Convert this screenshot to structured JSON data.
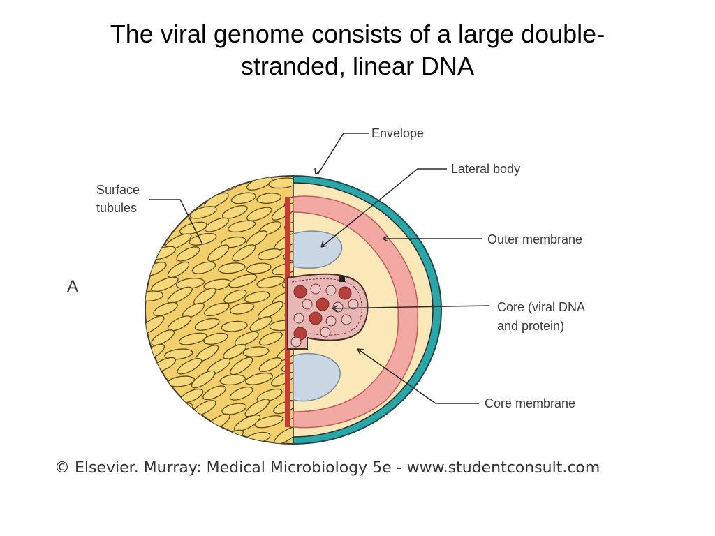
{
  "slide": {
    "title_line1": "The viral genome consists of a large double-",
    "title_line2": "stranded, linear DNA"
  },
  "diagram": {
    "panel_label": "A",
    "labels": {
      "envelope": "Envelope",
      "lateral_body": "Lateral body",
      "surface_tubules_1": "Surface",
      "surface_tubules_2": "tubules",
      "outer_membrane": "Outer membrane",
      "core_1": "Core (viral DNA",
      "core_2": "and protein)",
      "core_membrane": "Core membrane"
    },
    "colors": {
      "tubule_fill": "#f6d77a",
      "tubule_stroke": "#5a4a1a",
      "envelope": "#2aa5a8",
      "cytoplasm": "#fbe8b8",
      "outer_membrane": "#f2a9a3",
      "lateral_body": "#c9d6e3",
      "core_fill": "#e6b7b5",
      "core_dots": "#b5403a"
    }
  },
  "caption": "© Elsevier. Murray: Medical Microbiology 5e - www.studentconsult.com"
}
